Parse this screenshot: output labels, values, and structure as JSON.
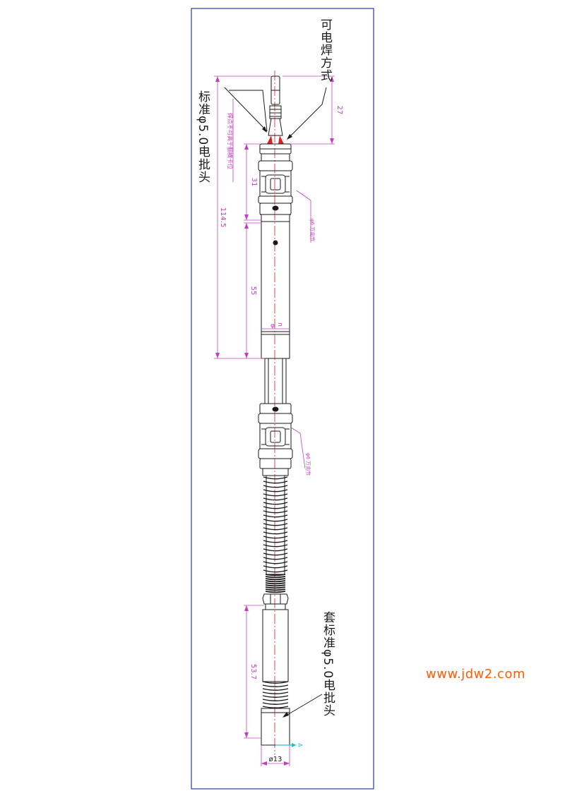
{
  "labels": {
    "weldable_method": "可电焊方式",
    "standard_bit": "标准φ5.0电批头",
    "sleeve_standard_bit": "套标准φ5.0电批头",
    "weld_note": "焊点不可高于翻横卡位",
    "joint_note_1": "φ6 万向节",
    "joint_note_2": "φ6 万向节"
  },
  "dimensions": {
    "d27": "27",
    "d31": "31",
    "d114": "114.5",
    "d55": "55",
    "d_dia_shaft": "φ",
    "d_n": "n",
    "d53": "53.7",
    "d13": "ø13",
    "section_mark": "A"
  },
  "watermark": "www.jdw2.com",
  "colors": {
    "outline": "#1a1a1a",
    "frame": "#2b3a9e",
    "dimension": "#c040c0",
    "centerline": "#d02020",
    "watermark": "#ff5a00"
  }
}
